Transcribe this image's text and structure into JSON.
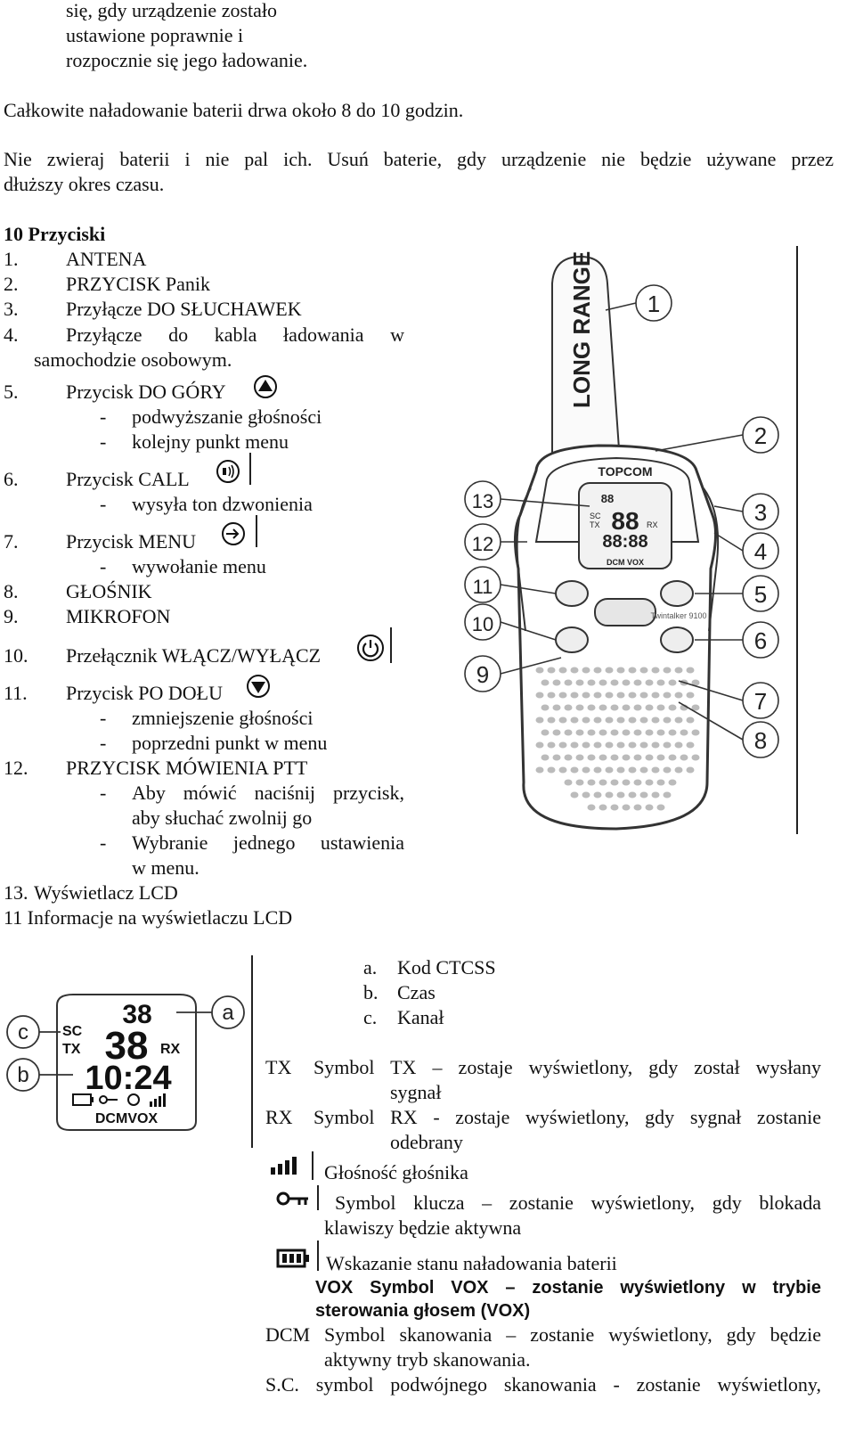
{
  "intro": {
    "line1": "się,     gdy     urządzenie     zostało",
    "line2": "ustawione          poprawnie          i",
    "line3": "rozpocznie się jego ładowanie."
  },
  "charge_time": "Całkowite naładowanie baterii drwa około 8 do 10 godzin.",
  "warning": {
    "line1": "Nie zwieraj baterii i nie pal ich. Usuń baterie, gdy urządzenie nie będzie używane przez",
    "line2": "dłuższy okres czasu."
  },
  "section_title": "10 Przyciski",
  "buttons": [
    {
      "num": "1.",
      "label": "ANTENA"
    },
    {
      "num": "2.",
      "label": "PRZYCISK Panik"
    },
    {
      "num": "3.",
      "label": "Przyłącze DO SŁUCHAWEK"
    },
    {
      "num": "4.",
      "label": "Przyłącze do kabla ładowania w",
      "cont": "samochodzie osobowym."
    },
    {
      "num": "5.",
      "label": "Przycisk DO GÓRY",
      "subs": [
        "podwyższanie głośności",
        "kolejny punkt menu"
      ]
    },
    {
      "num": "6.",
      "label": "Przycisk CALL",
      "subs": [
        "wysyła ton dzwonienia"
      ]
    },
    {
      "num": "7.",
      "label": "Przycisk MENU",
      "subs": [
        "wywołanie menu"
      ]
    },
    {
      "num": "8.",
      "label": "GŁOŚNIK"
    },
    {
      "num": "9.",
      "label": "MIKROFON"
    },
    {
      "num": "10.",
      "label": "Przełącznik WŁĄCZ/WYŁĄCZ"
    },
    {
      "num": "11.",
      "label": "Przycisk PO DOŁU",
      "subs": [
        "zmniejszenie głośności",
        "poprzedni punkt w menu"
      ]
    },
    {
      "num": "12.",
      "label": "PRZYCISK MÓWIENIA PTT",
      "subs": [
        "Aby mówić naciśnij przycisk,",
        "aby słuchać zwolnij go",
        "Wybranie jednego ustawienia",
        "w menu."
      ]
    },
    {
      "num": "13.",
      "label": "Wyświetlacz LCD"
    }
  ],
  "lcd_section_title": "11 Informacje na wyświetlaczu LCD",
  "lcd_legend": [
    {
      "letter": "a.",
      "label": "Kod CTCSS"
    },
    {
      "letter": "b.",
      "label": "Czas"
    },
    {
      "letter": "c.",
      "label": "Kanał"
    }
  ],
  "symbols": {
    "tx_key": "TX",
    "tx_text1": "Symbol TX – zostaje wyświetlony, gdy został wysłany",
    "tx_text2": "sygnał",
    "rx_key": "RX",
    "rx_text1": "Symbol RX - zostaje wyświetlony, gdy sygnał zostanie",
    "rx_text2": "odebrany",
    "volume": "Głośność głośnika",
    "key_text1": "Symbol klucza – zostanie wyświetlony, gdy blokada",
    "key_text2": "klawiszy będzie aktywna",
    "battery": "Wskazanie stanu naładowania baterii",
    "vox_text1": "VOX Symbol VOX – zostanie wyświetlony w trybie",
    "vox_text2": "sterowania głosem (VOX)",
    "dcm_text1": "DCM Symbol skanowania – zostanie wyświetlony, gdy będzie",
    "dcm_text2": "aktywny tryb skanowania.",
    "sc_text1": "S.C. symbol podwójnego skanowania - zostanie wyświetlony,"
  },
  "device": {
    "brand": "TOPCOM",
    "antenna_text": "LONG RANGE",
    "model": "Twintalker 9100",
    "lcd_channel_small": "88",
    "lcd_channel": "88",
    "lcd_time": "88:88",
    "lcd_sc": "SC",
    "lcd_tx": "TX",
    "lcd_rx": "RX",
    "lcd_bottom": "DCM VOX",
    "callouts": [
      "1",
      "2",
      "3",
      "4",
      "5",
      "6",
      "7",
      "8",
      "9",
      "10",
      "11",
      "12",
      "13"
    ]
  },
  "lcd_detail": {
    "ctcss": "38",
    "channel": "38",
    "time": "10:24",
    "sc": "SC",
    "tx": "TX",
    "rx": "RX",
    "bottom": "DCMVOX",
    "callouts": [
      "a",
      "b",
      "c"
    ]
  }
}
